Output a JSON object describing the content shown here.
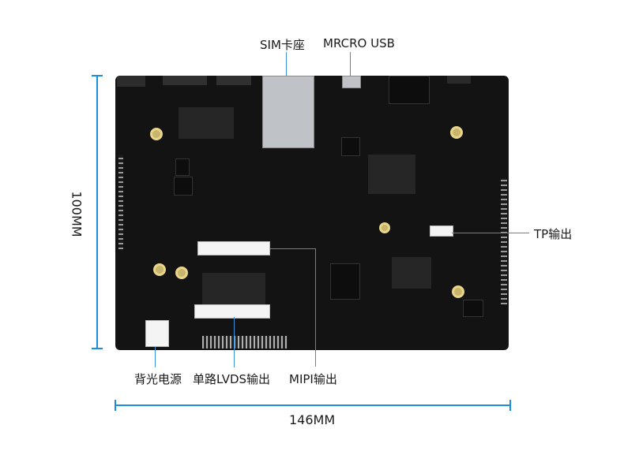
{
  "labels": {
    "sim": "SIM卡座",
    "usb": "MRCRO USB",
    "tp": "TP输出",
    "backlight": "背光电源",
    "lvds": "单路LVDS输出",
    "mipi": "MIPI输出"
  },
  "dimensions": {
    "height": "100MM",
    "width": "146MM"
  },
  "colors": {
    "dimension_line": "#1a8fe0",
    "board": "#131313"
  }
}
